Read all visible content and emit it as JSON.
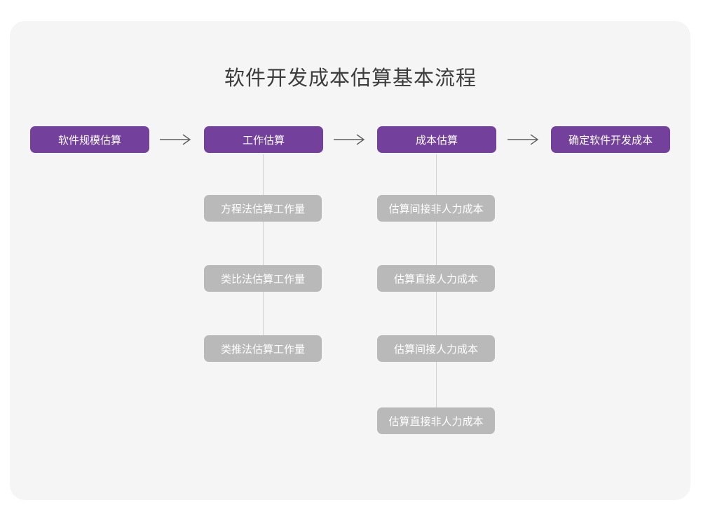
{
  "diagram": {
    "title": "软件开发成本估算基本流程",
    "type": "flowchart",
    "colors": {
      "page_background": "#ffffff",
      "card_background": "#f5f5f6",
      "primary_node": "#73409c",
      "primary_node_text": "#ffffff",
      "sub_node": "#b9b9b9",
      "sub_node_text": "#ffffff",
      "connector": "#d2d2d2",
      "arrow": "#666666",
      "title_text": "#3d3d3d"
    },
    "main_flow": [
      {
        "label": "软件规模估算"
      },
      {
        "label": "工作估算"
      },
      {
        "label": "成本估算"
      },
      {
        "label": "确定软件开发成本"
      }
    ],
    "arrows": [
      {
        "label": "→",
        "from": "软件规模估算",
        "to": "工作估算"
      },
      {
        "label": "→",
        "from": "工作估算",
        "to": "成本估算"
      },
      {
        "label": "→",
        "from": "成本估算",
        "to": "确定软件开发成本"
      }
    ],
    "branches": [
      {
        "parent": "工作估算",
        "items": [
          {
            "label": "方程法估算工作量"
          },
          {
            "label": "类比法估算工作量"
          },
          {
            "label": "类推法估算工作量"
          }
        ]
      },
      {
        "parent": "成本估算",
        "items": [
          {
            "label": "估算间接非人力成本"
          },
          {
            "label": "估算直接人力成本"
          },
          {
            "label": "估算间接人力成本"
          },
          {
            "label": "估算直接非人力成本"
          }
        ]
      }
    ]
  }
}
